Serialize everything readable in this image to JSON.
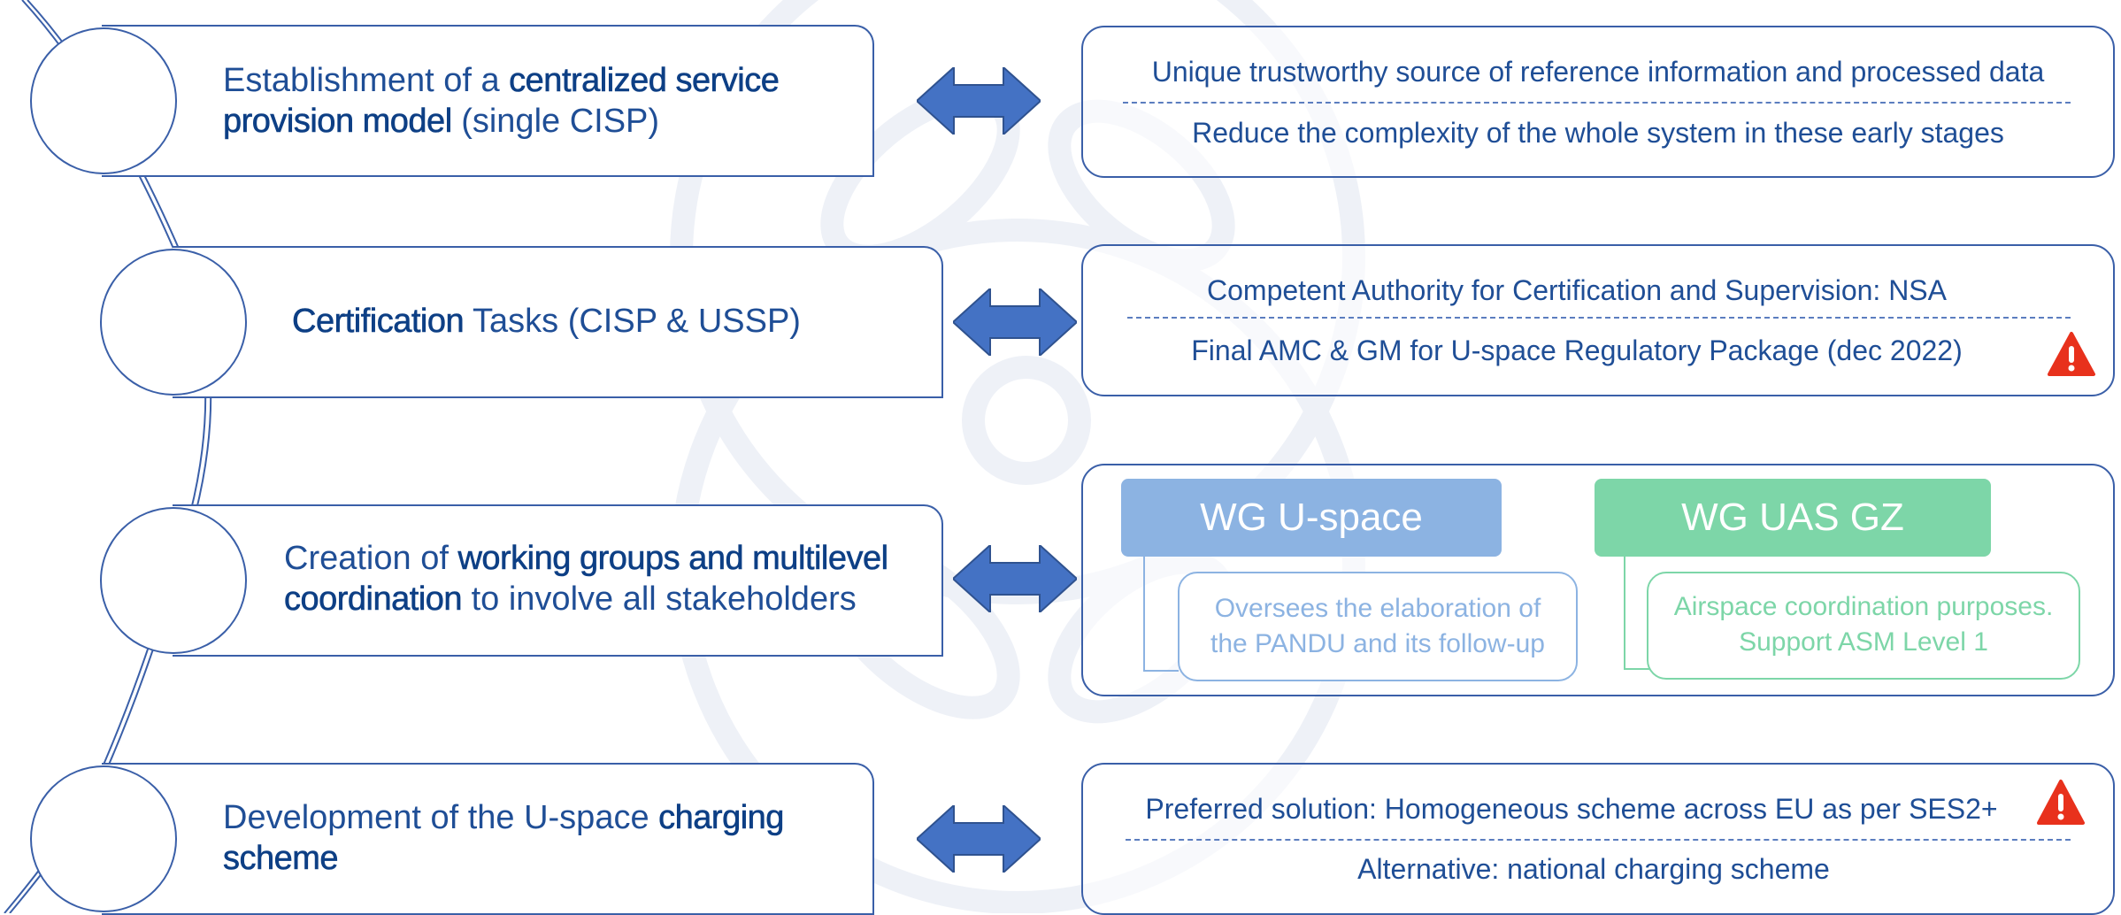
{
  "steps": [
    {
      "pre": "Establishment of a ",
      "bold": "centralized service provision model",
      "post": " (single CISP)"
    },
    {
      "pre": "",
      "bold": "Certification",
      "post": " Tasks (CISP & USSP)"
    },
    {
      "pre": "Creation of ",
      "bold": "working groups and multilevel coordination",
      "post": " to involve all stakeholders"
    },
    {
      "pre": "Development of the U-space ",
      "bold": "charging scheme",
      "post": ""
    }
  ],
  "outcomes": {
    "box1": {
      "line1": "Unique trustworthy source of reference information and processed data",
      "line2": "Reduce the complexity of the whole system in these early stages"
    },
    "box2": {
      "line1": "Competent Authority for Certification and Supervision:  NSA",
      "line2": "Final AMC & GM for U-space Regulatory Package (dec 2022)",
      "warning_icon": "warning-triangle"
    },
    "box3": {
      "wg1": {
        "title": "WG U-space",
        "line1": "Oversees the elaboration of",
        "line2": "the PANDU and its follow-up",
        "color": "#8cb3e2"
      },
      "wg2": {
        "title": "WG UAS GZ",
        "line1": "Airspace coordination purposes.",
        "line2": "Support ASM Level 1",
        "color": "#7dd6a8"
      }
    },
    "box4": {
      "line1": "Preferred solution: Homogeneous scheme across EU as per SES2+",
      "line2": "Alternative: national charging scheme",
      "warning_icon": "warning-triangle"
    }
  },
  "colors": {
    "primary": "#1f4e96",
    "border": "#3a5fa8",
    "arrow": "#4472c4",
    "warning": "#e8311c"
  },
  "icons": {
    "arrow": "double-headed-arrow",
    "warning": "warning-triangle"
  }
}
